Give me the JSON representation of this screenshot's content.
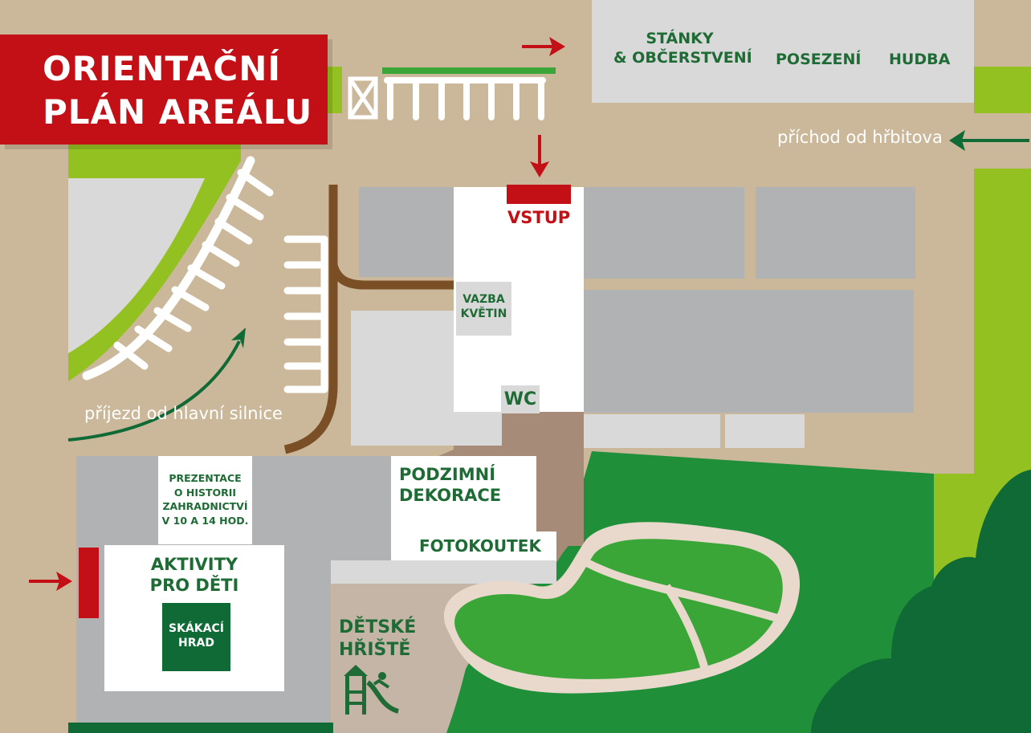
{
  "title": {
    "line1": "ORIENTAČNÍ",
    "line2": "PLÁN AREÁLU"
  },
  "labels": {
    "stanky": {
      "line1": "STÁNKY",
      "line2": "& OBČERSTVENÍ"
    },
    "posezeni": "POSEZENÍ",
    "hudba": "HUDBA",
    "vstup": "VSTUP",
    "vazba": {
      "line1": "VAZBA",
      "line2": "KVĚTIN"
    },
    "wc": "WC",
    "prezentace": {
      "line1": "PREZENTACE",
      "line2": "O HISTORII",
      "line3": "ZAHRADNICTVÍ",
      "line4": "V 10 A 14 HOD."
    },
    "dekorace": {
      "line1": "PODZIMNÍ",
      "line2": "DEKORACE"
    },
    "fotokoutek": "FOTOKOUTEK",
    "aktivity": {
      "line1": "AKTIVITY",
      "line2": "PRO DĚTI"
    },
    "skakaci": {
      "line1": "SKÁKACÍ",
      "line2": "HRAD"
    },
    "hriste": {
      "line1": "DĚTSKÉ",
      "line2": "HŘIŠTĚ"
    }
  },
  "navigation": {
    "prichod": "příchod od hřbitova",
    "prijezd": "příjezd od hlavní silnice"
  },
  "icons": [
    "playground-icon",
    "arrow-icon",
    "parking-icon"
  ],
  "colors": {
    "ground": "#cbb89a",
    "building": "#b1b2b4",
    "building_light": "#d9d9d9",
    "lawn": "#1f8f3a",
    "lawn_light": "#3aa637",
    "lime": "#94c122",
    "forest": "#0f6a35",
    "brand_red": "#c30f16",
    "text_green": "#1f6b35",
    "path_brown": "#7a4f25"
  }
}
